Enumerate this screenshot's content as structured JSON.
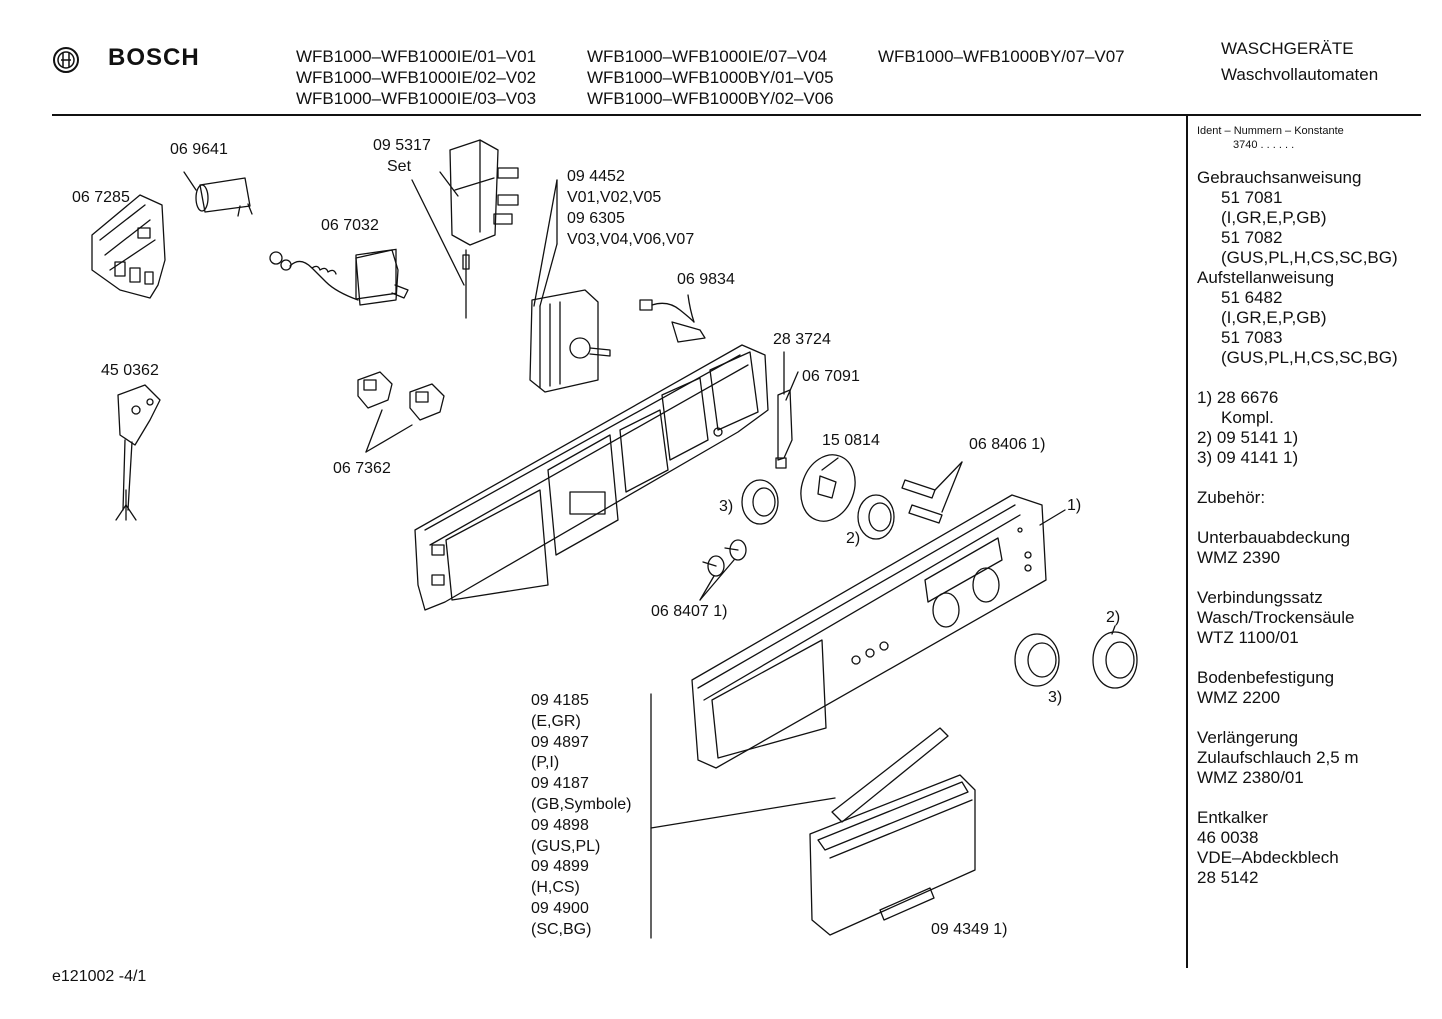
{
  "header": {
    "brand": "BOSCH",
    "models_col1": [
      "WFB1000–WFB1000IE/01–V01",
      "WFB1000–WFB1000IE/02–V02",
      "WFB1000–WFB1000IE/03–V03"
    ],
    "models_col2": [
      "WFB1000–WFB1000IE/07–V04",
      "WFB1000–WFB1000BY/01–V05",
      "WFB1000–WFB1000BY/02–V06"
    ],
    "models_col3": [
      "WFB1000–WFB1000BY/07–V07"
    ],
    "category": "WASCHGERÄTE",
    "subcategory": "Waschvollautomaten"
  },
  "sidebar": {
    "ident_label": "Ident – Nummern – Konstante",
    "ident_value": "3740  .  .     .  .  .  .",
    "lines": [
      {
        "text": "Gebrauchsanweisung",
        "indent": false
      },
      {
        "text": "51 7081",
        "indent": true
      },
      {
        "text": "(I,GR,E,P,GB)",
        "indent": true
      },
      {
        "text": "51 7082",
        "indent": true
      },
      {
        "text": "(GUS,PL,H,CS,SC,BG)",
        "indent": true
      },
      {
        "text": "Aufstellanweisung",
        "indent": false
      },
      {
        "text": "51 6482",
        "indent": true
      },
      {
        "text": "(I,GR,E,P,GB)",
        "indent": true
      },
      {
        "text": "51 7083",
        "indent": true
      },
      {
        "text": "(GUS,PL,H,CS,SC,BG)",
        "indent": true
      },
      {
        "text": "",
        "indent": false
      },
      {
        "text": "1)  28 6676",
        "indent": false
      },
      {
        "text": "Kompl.",
        "indent": true
      },
      {
        "text": "2)  09 5141 1)",
        "indent": false
      },
      {
        "text": "3)  09 4141 1)",
        "indent": false
      },
      {
        "text": "",
        "indent": false
      },
      {
        "text": "Zubehör:",
        "indent": false
      },
      {
        "text": "",
        "indent": false
      },
      {
        "text": "Unterbauabdeckung",
        "indent": false
      },
      {
        "text": "WMZ 2390",
        "indent": false
      },
      {
        "text": "",
        "indent": false
      },
      {
        "text": "Verbindungssatz",
        "indent": false
      },
      {
        "text": "Wasch/Trockensäule",
        "indent": false
      },
      {
        "text": "WTZ 1100/01",
        "indent": false
      },
      {
        "text": "",
        "indent": false
      },
      {
        "text": "Bodenbefestigung",
        "indent": false
      },
      {
        "text": "WMZ 2200",
        "indent": false
      },
      {
        "text": "",
        "indent": false
      },
      {
        "text": "Verlängerung",
        "indent": false
      },
      {
        "text": "Zulaufschlauch 2,5 m",
        "indent": false
      },
      {
        "text": "WMZ 2380/01",
        "indent": false
      },
      {
        "text": "",
        "indent": false
      },
      {
        "text": "Entkalker",
        "indent": false
      },
      {
        "text": "46 0038",
        "indent": false
      },
      {
        "text": "VDE–Abdeckblech",
        "indent": false
      },
      {
        "text": "28 5142",
        "indent": false
      }
    ]
  },
  "labels": {
    "p069641": "06 9641",
    "p067285": "06 7285",
    "p095317": "09 5317",
    "set": "Set",
    "p067032": "06 7032",
    "p094452": "09 4452",
    "v010205": "V01,V02,V05",
    "p096305": "09 6305",
    "v03040607": "V03,V04,V06,V07",
    "p069834": "06 9834",
    "p283724": "28 3724",
    "p067091": "06 7091",
    "p450362": "45 0362",
    "p067362": "06 7362",
    "p150814": "15 0814",
    "p068406": "06 8406 1)",
    "n3a": "3)",
    "n2a": "2)",
    "n1": "1)",
    "p068407": "06 8407 1)",
    "n2b": "2)",
    "n3b": "3)",
    "p094349": "09 4349 1)"
  },
  "panel_list": [
    "09 4185",
    "(E,GR)",
    "09 4897",
    "(P,I)",
    "09 4187",
    "(GB,Symbole)",
    "09 4898",
    "(GUS,PL)",
    "09 4899",
    "(H,CS)",
    "09 4900",
    "(SC,BG)"
  ],
  "footer": {
    "code": "e121002   -4/1"
  }
}
